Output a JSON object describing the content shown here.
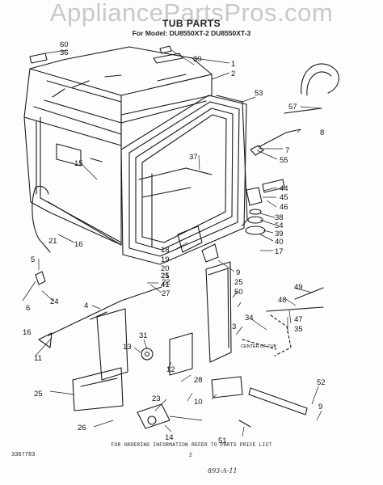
{
  "watermark": "AppliancePartsPros.com",
  "header": {
    "title": "TUB PARTS",
    "subtitle": "For Model: DU8550XT-2 DU8550XT-3"
  },
  "callouts": [
    "60",
    "36",
    "30",
    "1",
    "2",
    "53",
    "57",
    "8",
    "7",
    "55",
    "37",
    "15",
    "44",
    "45",
    "46",
    "38",
    "54",
    "39",
    "40",
    "17",
    "16",
    "18",
    "19",
    "20",
    "21",
    "41",
    "9",
    "22",
    "27",
    "25",
    "50",
    "49",
    "48",
    "47",
    "35",
    "34",
    "3",
    "4",
    "5",
    "6",
    "24",
    "31",
    "13",
    "12",
    "28",
    "10",
    "11",
    "25",
    "23",
    "26",
    "14",
    "51",
    "52",
    "9",
    "16",
    "21",
    "25"
  ],
  "note": "CENTER OF TUB",
  "footer": {
    "instruction": "FOR ORDERING INFORMATION REFER TO PARTS PRICE LIST",
    "doc_number": "3367783",
    "page_number": "2",
    "handwritten_note": "893-A-11"
  }
}
